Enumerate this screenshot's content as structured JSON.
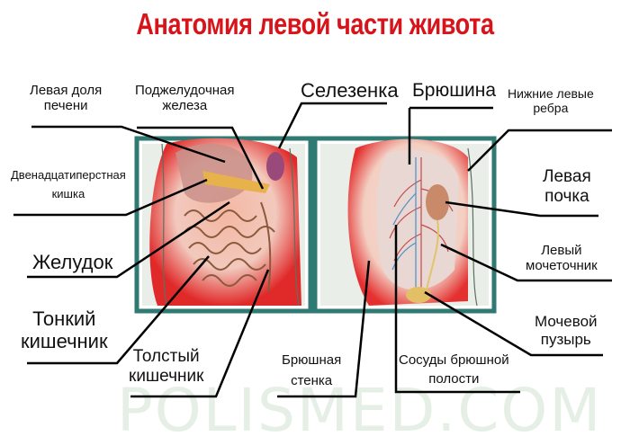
{
  "title": "Анатомия левой части живота",
  "watermark": "POLISMED.COM",
  "colors": {
    "title": "#d8141b",
    "frame": "#2f7a72",
    "line": "#000000"
  },
  "labels": {
    "left_liver_lobe": [
      "Левая доля",
      "печени"
    ],
    "pancreas": [
      "Поджелудочная",
      "железа"
    ],
    "spleen": "Селезенка",
    "peritoneum": "Брюшина",
    "lower_left_ribs": [
      "Нижние левые",
      "ребра"
    ],
    "duodenum": [
      "Двенадцатиперстная",
      "кишка"
    ],
    "left_kidney": [
      "Левая",
      "почка"
    ],
    "stomach": "Желудок",
    "left_ureter": [
      "Левый",
      "мочеточник"
    ],
    "small_intestine": [
      "Тонкий",
      "кишечник"
    ],
    "bladder": [
      "Мочевой",
      "пузырь"
    ],
    "large_intestine": [
      "Толстый",
      "кишечник"
    ],
    "abdominal_wall": [
      "Брюшная",
      "стенка"
    ],
    "abdominal_vessels": [
      "Сосуды брюшной",
      "полости"
    ]
  }
}
